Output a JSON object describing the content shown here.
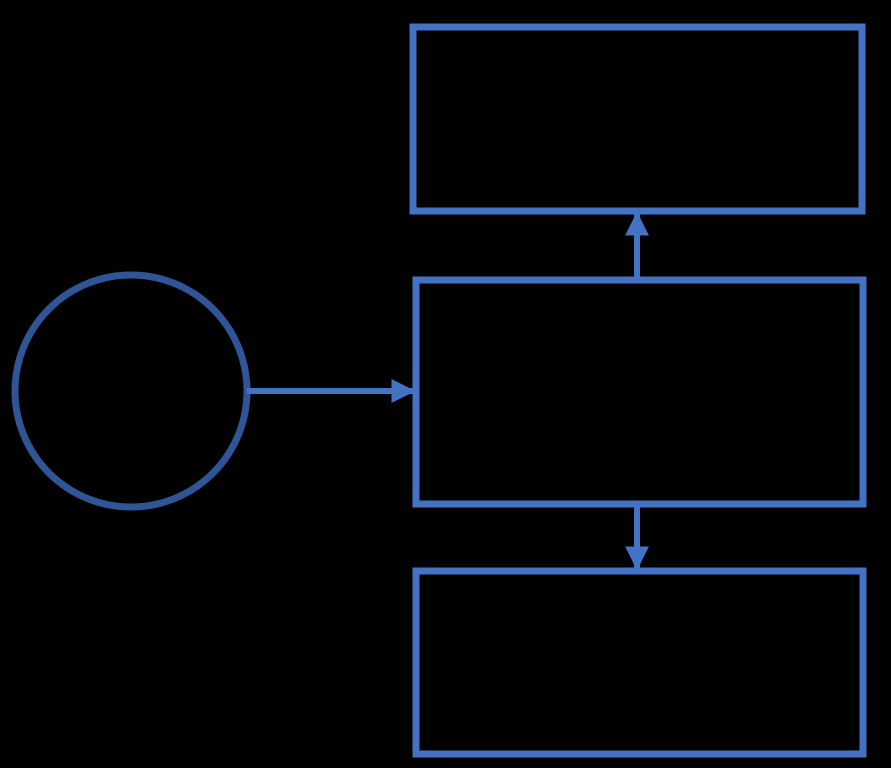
{
  "diagram": {
    "background_color": "#000000",
    "box_stroke_color": "#4472C4",
    "circle_stroke_color": "#2F5597",
    "connector_color": "#4472C4",
    "nodes": [
      {
        "id": "source-circle",
        "shape": "circle",
        "label": ""
      },
      {
        "id": "top-box",
        "shape": "rectangle",
        "label": ""
      },
      {
        "id": "middle-box",
        "shape": "rectangle",
        "label": ""
      },
      {
        "id": "bottom-box",
        "shape": "rectangle",
        "label": ""
      }
    ],
    "edges": [
      {
        "from": "source-circle",
        "to": "middle-box",
        "direction": "right"
      },
      {
        "from": "middle-box",
        "to": "top-box",
        "direction": "up"
      },
      {
        "from": "middle-box",
        "to": "bottom-box",
        "direction": "down"
      }
    ]
  }
}
